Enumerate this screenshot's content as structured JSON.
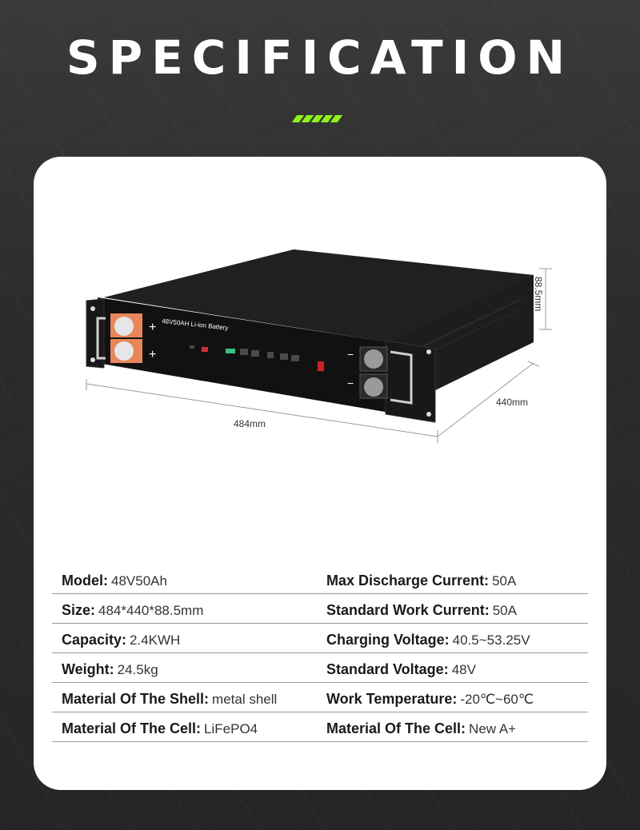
{
  "header": {
    "title": "SPECIFICATION"
  },
  "product": {
    "label": "48V50AH Li-ion Battery",
    "dimensions": {
      "width": "484mm",
      "depth": "440mm",
      "height": "88.5mm"
    },
    "colors": {
      "body": "#151515",
      "terminal_positive": "#e8865a",
      "accent": "#8ff21a"
    }
  },
  "specs": [
    {
      "left_key": "Model:",
      "left_val": "48V50Ah",
      "right_key": "Max Discharge Current:",
      "right_val": "50A"
    },
    {
      "left_key": "Size:",
      "left_val": "484*440*88.5mm",
      "right_key": "Standard Work Current:",
      "right_val": "50A"
    },
    {
      "left_key": "Capacity:",
      "left_val": "2.4KWH",
      "right_key": "Charging Voltage:",
      "right_val": "40.5~53.25V"
    },
    {
      "left_key": "Weight:",
      "left_val": "24.5kg",
      "right_key": "Standard Voltage:",
      "right_val": "48V"
    },
    {
      "left_key": "Material Of The Shell:",
      "left_val": "metal shell",
      "right_key": "Work Temperature:",
      "right_val": "-20℃~60℃"
    },
    {
      "left_key": "Material Of The Cell:",
      "left_val": "LiFePO4",
      "right_key": "Material Of The Cell:",
      "right_val": "New A+"
    }
  ]
}
